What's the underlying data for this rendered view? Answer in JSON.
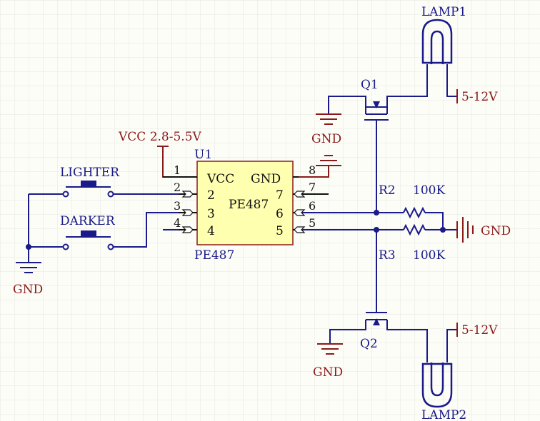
{
  "colors": {
    "background": "#fdfdf8",
    "grid": "#e6e6e0",
    "wire": "#1a1a8a",
    "power_wire": "#8b1a1a",
    "component_body": "#ffffb0",
    "component_outline": "#8b1a1a",
    "lamp": "#1a1a8a",
    "junction": "#1a1a8a"
  },
  "chip": {
    "designator": "U1",
    "part_label": "PE487",
    "comment": "PE487",
    "vcc_label": "VCC",
    "gnd_label": "GND",
    "pins_left": [
      "1",
      "2",
      "3",
      "4"
    ],
    "pins_right": [
      "8",
      "7",
      "6",
      "5"
    ],
    "inner_left": [
      "2",
      "3",
      "4"
    ],
    "inner_right": [
      "7",
      "6",
      "5"
    ]
  },
  "power": {
    "vcc": "VCC 2.8-5.5V",
    "gnd": "GND",
    "lamp_supply": "5-12V"
  },
  "buttons": {
    "lighter": "LIGHTER",
    "darker": "DARKER"
  },
  "transistors": {
    "q1": "Q1",
    "q2": "Q2"
  },
  "resistors": {
    "r2": "R2",
    "r3": "R3",
    "value": "100K"
  },
  "lamps": {
    "lamp1": "LAMP1",
    "lamp2": "LAMP2"
  }
}
